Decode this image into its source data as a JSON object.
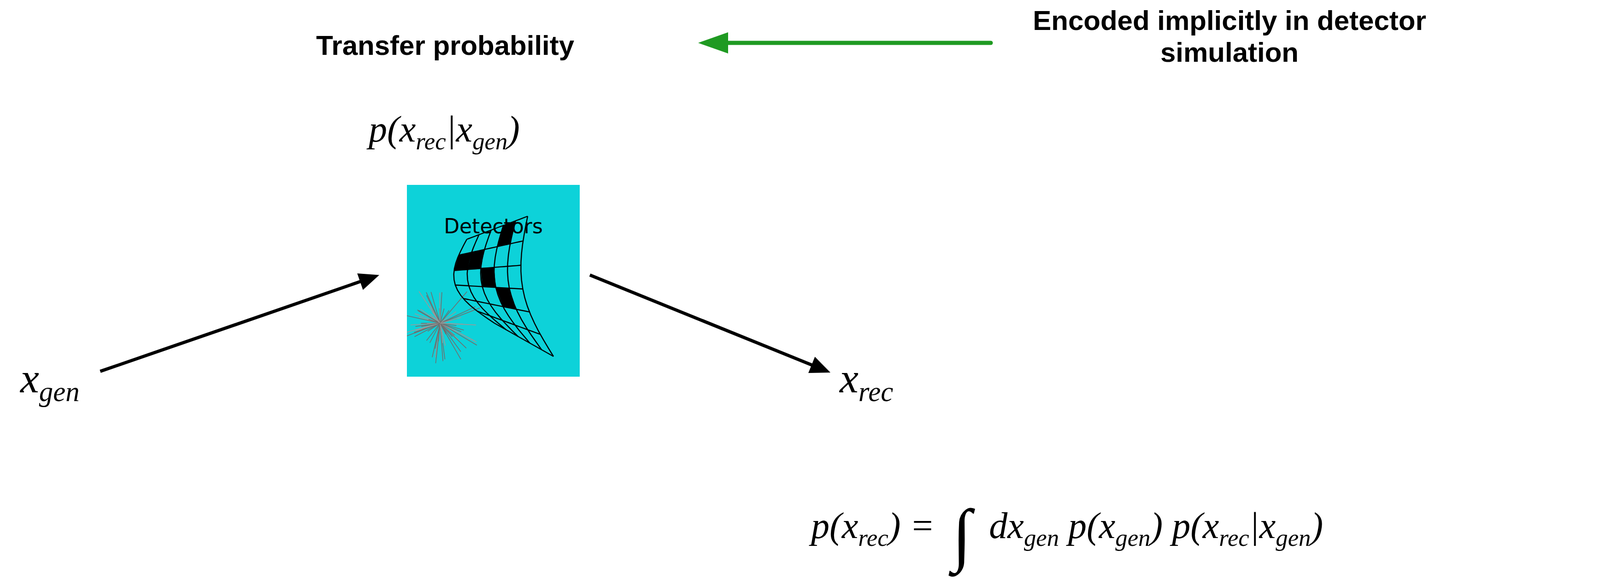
{
  "diagram": {
    "nodes": [
      {
        "text": [
          "xgen"
        ]
      },
      {
        "text": [
          "Detectors"
        ]
      },
      {
        "text": [
          "xrec"
        ]
      }
    ],
    "edges": [
      {
        "from": 0,
        "to": 1,
        "arrow": "to"
      },
      {
        "from": 1,
        "to": 2,
        "arrow": "to"
      }
    ],
    "labels": [
      "Transfer probability",
      "Encoded implicitly in detector simulation",
      "p(xrec|xgen)",
      "p(xrec) = ∫ dxgen p(xgen) p(xrec|xgen)"
    ]
  }
}
